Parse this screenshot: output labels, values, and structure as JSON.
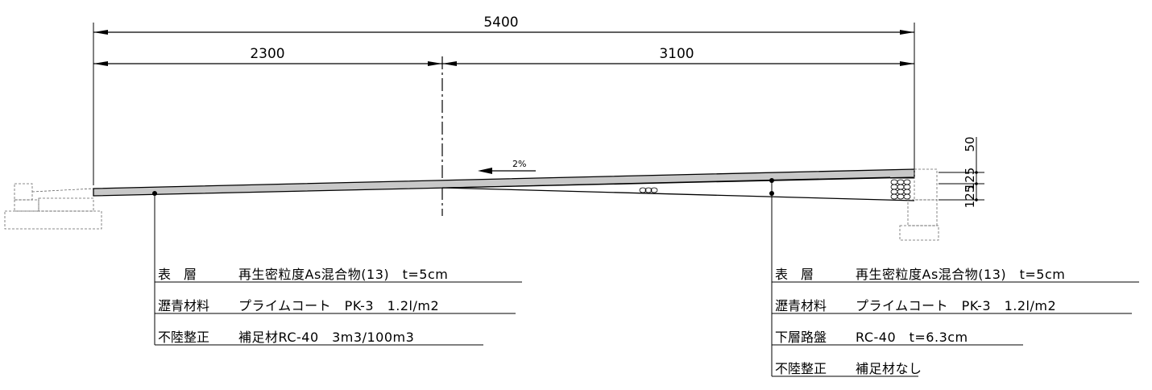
{
  "dimensions": {
    "total": "5400",
    "left": "2300",
    "right": "3100",
    "pavement_top": "50",
    "pavement_bottom": "125",
    "curb_right": "125"
  },
  "slope": {
    "label": "2%"
  },
  "left_callout": {
    "rows": [
      {
        "label": "表　層",
        "spec": "再生密粒度As混合物(13)　t=5cm"
      },
      {
        "label": "瀝青材料",
        "spec": "プライムコート　PK-3　1.2l/m2"
      },
      {
        "label": "不陸整正",
        "spec": "補足材RC-40　3m3/100m3"
      }
    ]
  },
  "right_callout": {
    "rows": [
      {
        "label": "表　層",
        "spec": "再生密粒度As混合物(13)　t=5cm"
      },
      {
        "label": "瀝青材料",
        "spec": "プライムコート　PK-3　1.2l/m2"
      },
      {
        "label": "下層路盤",
        "spec": "RC-40　t=6.3cm"
      },
      {
        "label": "不陸整正",
        "spec": "補足材なし"
      }
    ]
  }
}
